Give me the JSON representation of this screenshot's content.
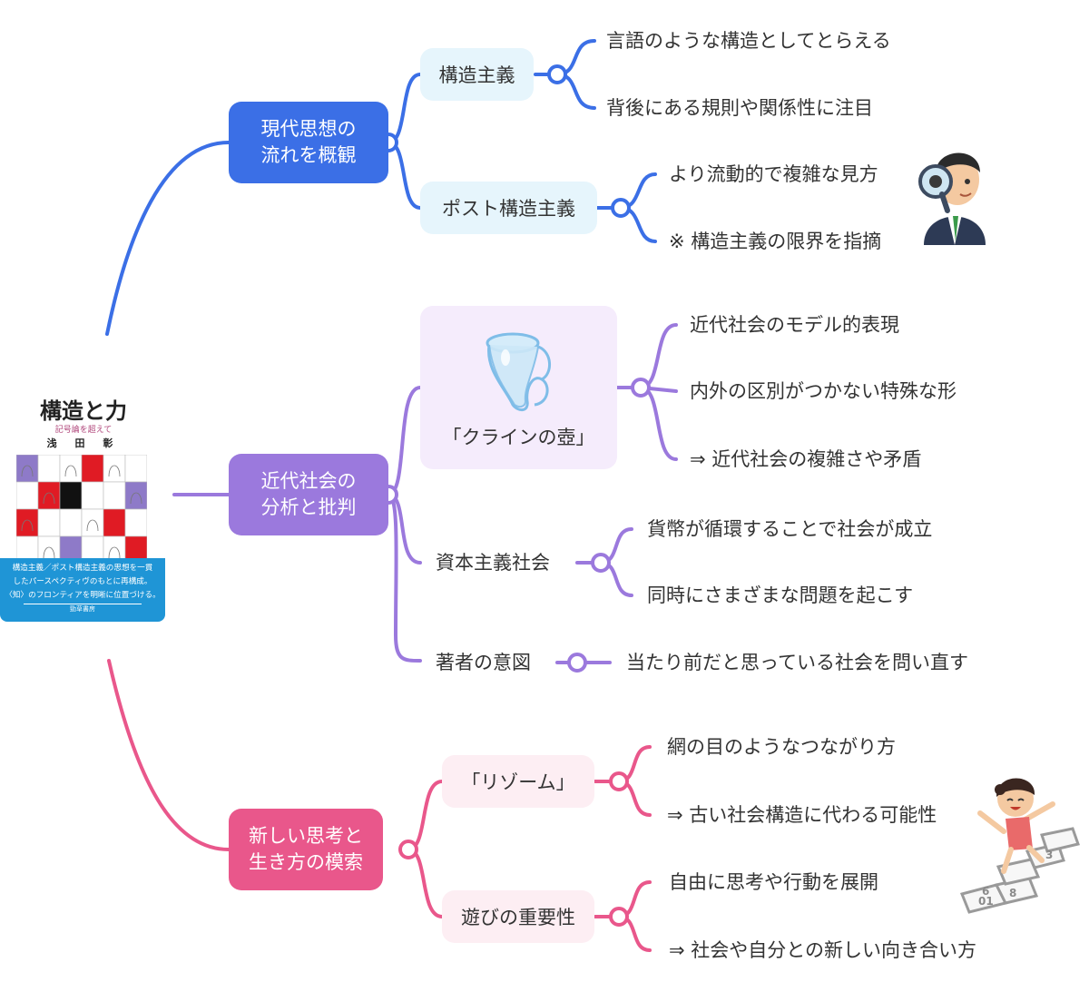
{
  "book": {
    "title": "構造と力",
    "subtitle": "記号論を超えて",
    "author": "浅 田 彰",
    "blurb_lines": [
      "構造主義／ポスト構造主義の思想を一貫",
      "したパースペクティヴのもとに再構成。",
      "〈知〉のフロンティアを明晰に位置づける。"
    ],
    "publisher": "勁草書房"
  },
  "colors": {
    "blue": "#3b6fe6",
    "blue_light": "#e6f5fc",
    "purple": "#9b79dd",
    "purple_light": "#f5ecfc",
    "pink": "#e9578b",
    "pink_light": "#fdeef3"
  },
  "branches": {
    "modern_thought": {
      "label": "現代思想の\n流れを概観",
      "structuralism": {
        "label": "構造主義",
        "leaves": [
          "言語のような構造としてとらえる",
          "背後にある規則や関係性に注目"
        ]
      },
      "post_structuralism": {
        "label": "ポスト構造主義",
        "leaves": [
          "より流動的で複雑な見方",
          "※ 構造主義の限界を指摘"
        ]
      }
    },
    "modern_society": {
      "label": "近代社会の\n分析と批判",
      "klein": {
        "label": "「クラインの壺」",
        "leaves": [
          "近代社会のモデル的表現",
          "内外の区別がつかない特殊な形",
          "⇒ 近代社会の複雑さや矛盾"
        ]
      },
      "capitalism": {
        "label": "資本主義社会",
        "leaves": [
          "貨幣が循環することで社会が成立",
          "同時にさまざまな問題を起こす"
        ]
      },
      "intent": {
        "label": "著者の意図",
        "leaves": [
          "当たり前だと思っている社会を問い直す"
        ]
      }
    },
    "new_thinking": {
      "label": "新しい思考と\n生き方の模索",
      "rhizome": {
        "label": "「リゾーム」",
        "leaves": [
          "網の目のようなつながり方",
          "⇒ 古い社会構造に代わる可能性"
        ]
      },
      "play": {
        "label": "遊びの重要性",
        "leaves": [
          "自由に思考や行動を展開",
          "⇒ 社会や自分との新しい向き合い方"
        ]
      }
    }
  }
}
